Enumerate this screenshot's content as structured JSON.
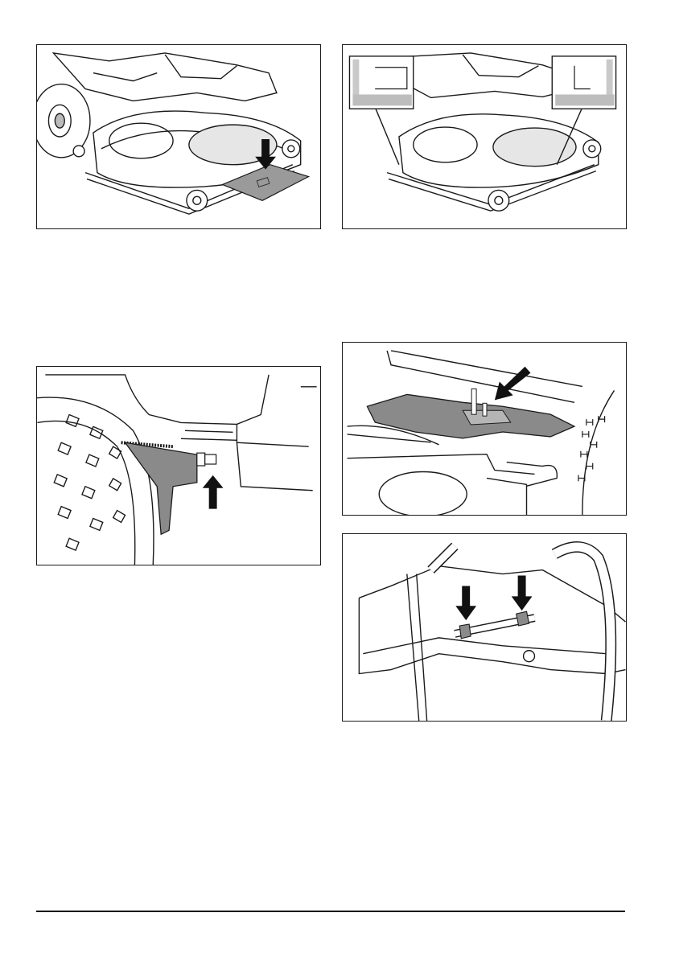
{
  "figures": [
    {
      "id": "fig-1",
      "icon": "mower-deck-lowering-arrow-icon"
    },
    {
      "id": "fig-2",
      "icon": "mower-deck-height-detail-icon"
    },
    {
      "id": "fig-3",
      "icon": "wheel-bracket-up-arrow-icon"
    },
    {
      "id": "fig-4",
      "icon": "deck-linkage-bolt-arrow-icon"
    },
    {
      "id": "fig-5",
      "icon": "rod-nuts-double-arrow-icon"
    }
  ],
  "colors": {
    "line": "#1a1a1a",
    "shade_dark": "#8a8a8a",
    "shade_light": "#d9d9d9",
    "arrow": "#111111"
  }
}
